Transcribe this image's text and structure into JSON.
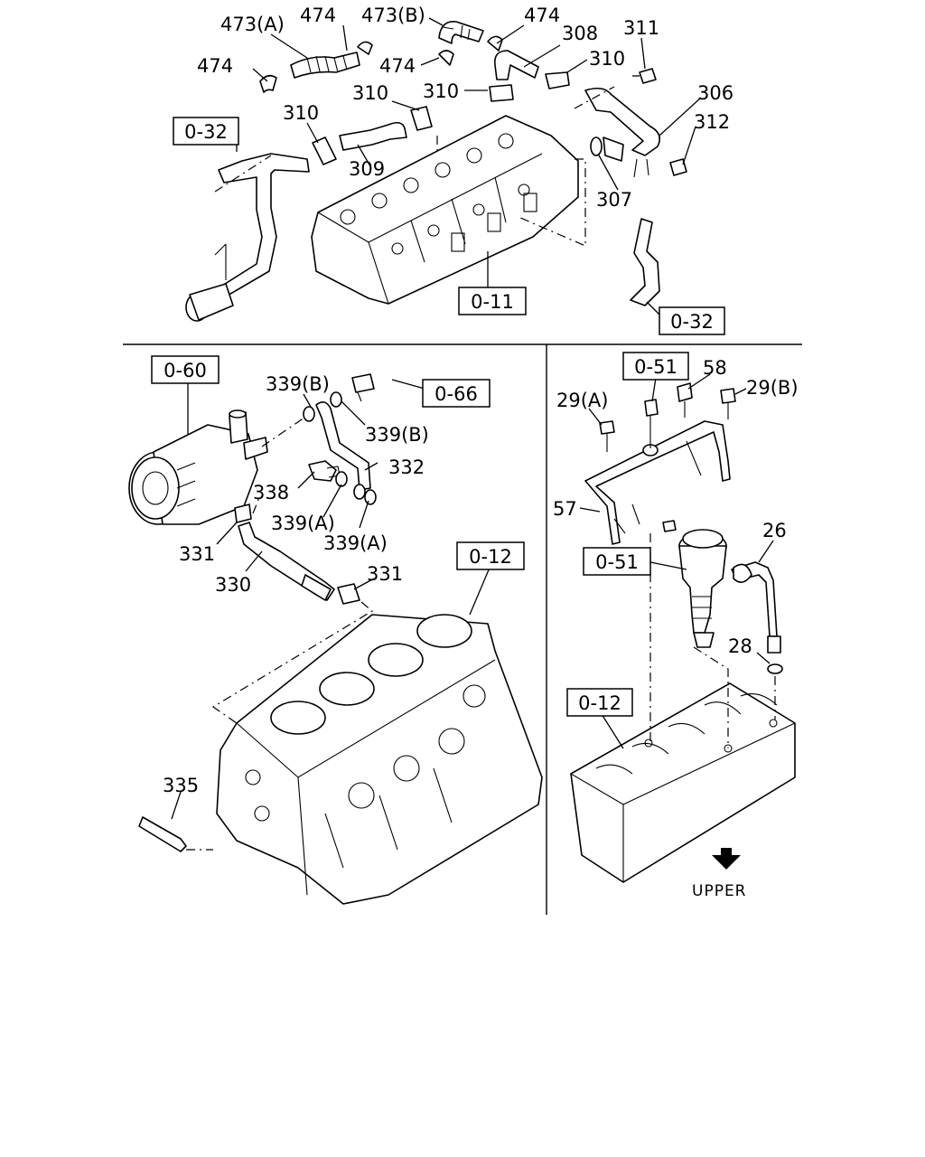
{
  "callouts": {
    "c473a": "473(A)",
    "c474a": "474",
    "c473b": "473(B)",
    "c474b": "474",
    "c308": "308",
    "c311": "311",
    "c474c": "474",
    "c474d": "474",
    "c310a": "310",
    "c310b": "310",
    "c310c": "310",
    "c310d": "310",
    "c306": "306",
    "c312": "312",
    "c309": "309",
    "c307": "307",
    "c339b1": "339(B)",
    "c339b2": "339(B)",
    "c332": "332",
    "c338": "338",
    "c339a1": "339(A)",
    "c339a2": "339(A)",
    "c331a": "331",
    "c330": "330",
    "c331b": "331",
    "c335": "335",
    "c58": "58",
    "c29a": "29(A)",
    "c29b": "29(B)",
    "c57": "57",
    "c26": "26",
    "c28": "28"
  },
  "refs": {
    "r032a": "0-32",
    "r011": "0-11",
    "r032b": "0-32",
    "r060": "0-60",
    "r066": "0-66",
    "r012a": "0-12",
    "r051a": "0-51",
    "r051b": "0-51",
    "r012b": "0-12"
  },
  "upper_label": "UPPER"
}
